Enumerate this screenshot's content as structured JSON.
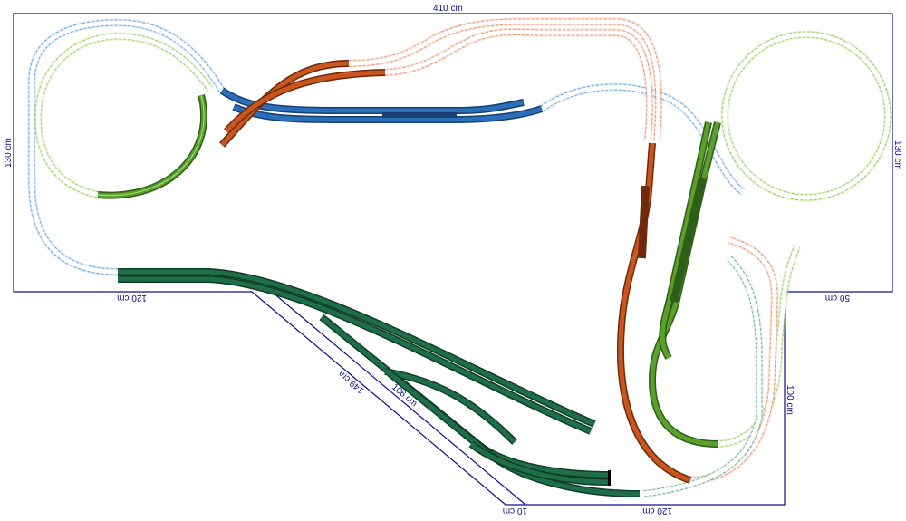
{
  "dimensions": {
    "top": "410 cm",
    "left": "130 cm",
    "right": "130 cm",
    "bottom_left": "120 cm",
    "right_step": "50 cm",
    "right_lower": "100 cm",
    "bottom": "120 cm",
    "bottom_short": "10 cm",
    "diagonal_outer": "149 cm",
    "diagonal_inner": "106 cm"
  },
  "colors": {
    "outline": "#10108a",
    "blue": "#2a6fba",
    "light_blue": "#8fc0ea",
    "orange": "#c8561e",
    "light_orange": "#f0a88a",
    "green": "#5aa02a",
    "light_green": "#b4de7a",
    "dark_green": "#1f6e4a",
    "teal": "#5aa887"
  }
}
